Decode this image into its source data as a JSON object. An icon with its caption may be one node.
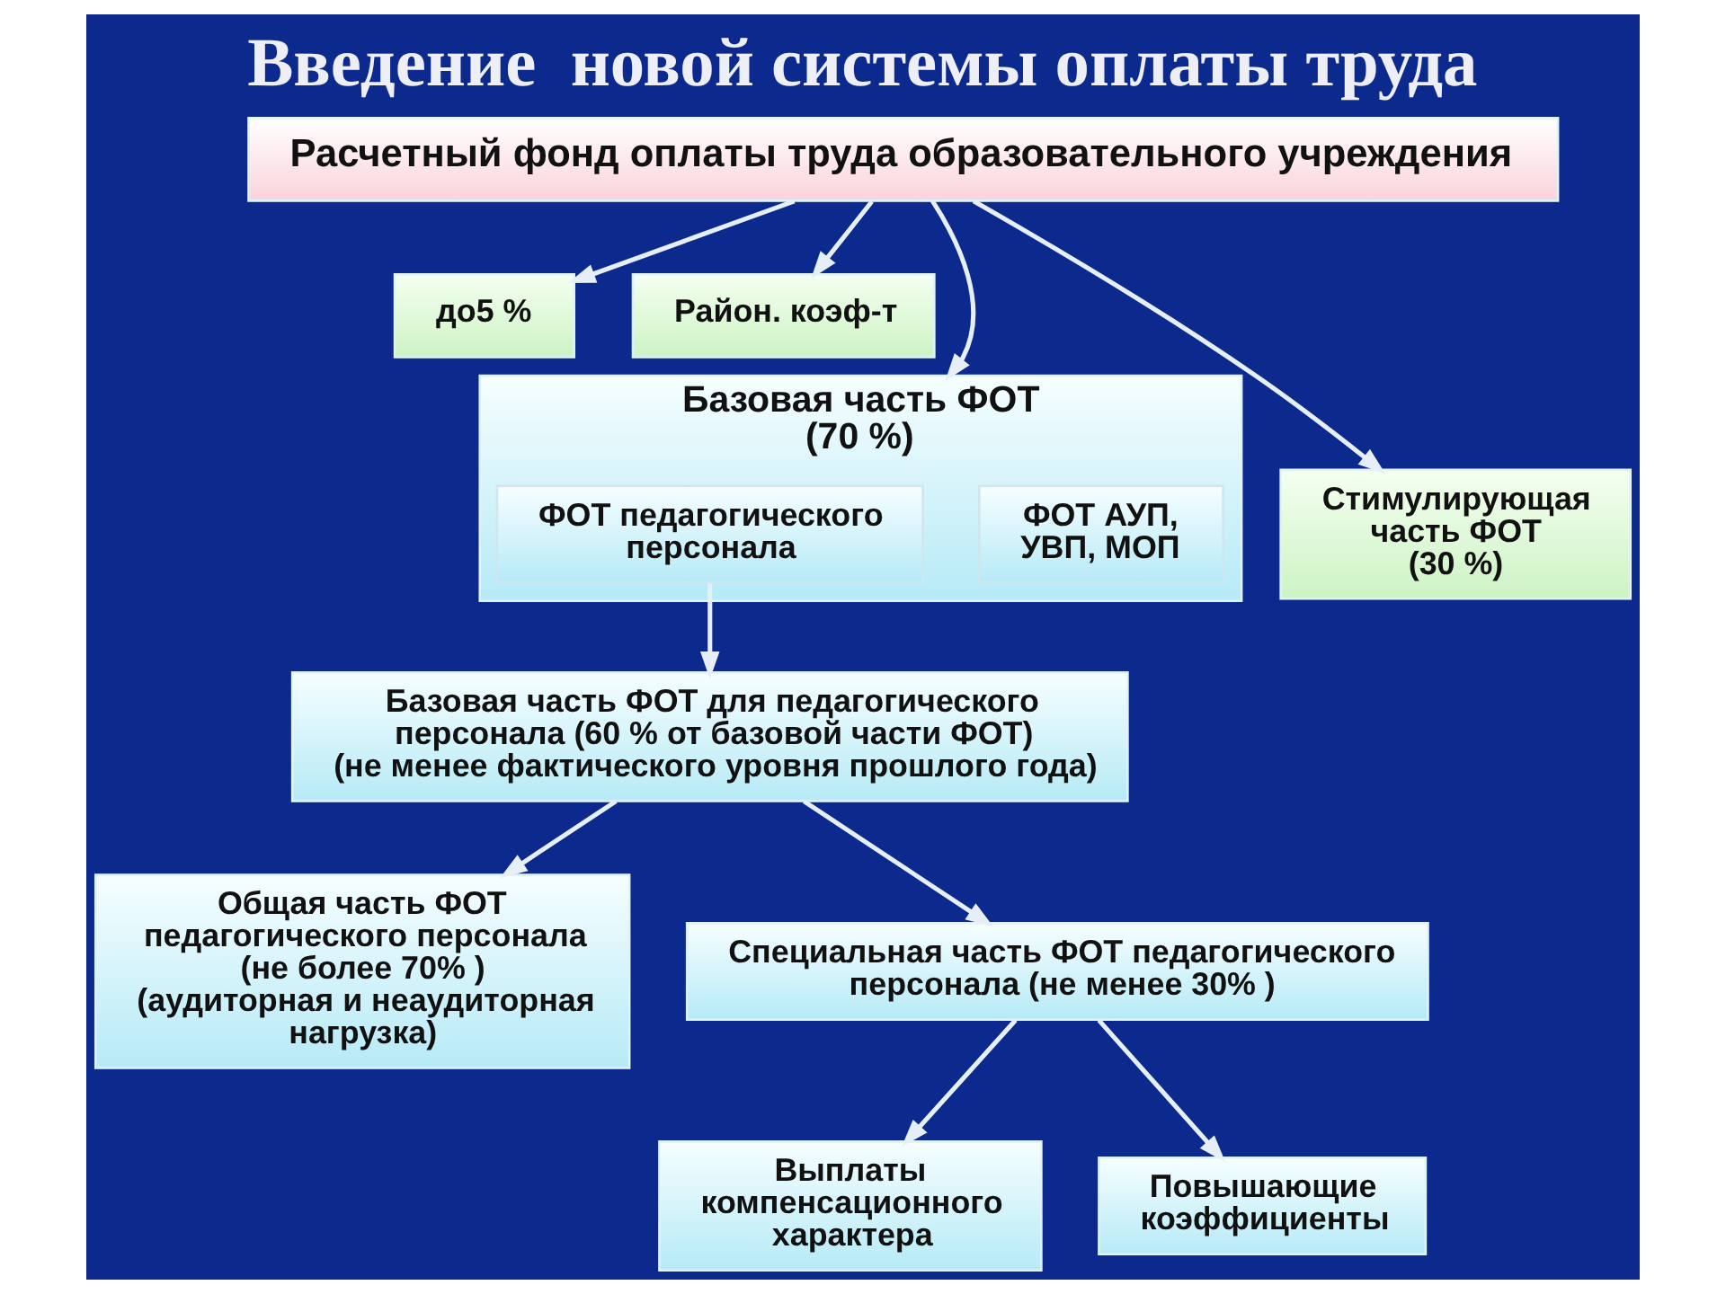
{
  "diagram": {
    "title": "Введение  новой системы оплаты труда",
    "nodes": [
      {
        "text": [
          "Расчетный фонд оплаты труда образовательного учреждения"
        ]
      },
      {
        "text": [
          "до5 %"
        ]
      },
      {
        "text": [
          "Район. коэф-т"
        ]
      },
      {
        "text": [
          "Базовая часть ФОТ",
          "(70 %)"
        ]
      },
      {
        "text": [
          "ФОТ педагогического персонала"
        ],
        "in": 3
      },
      {
        "text": [
          "ФОТ АУП, УВП, МОП"
        ],
        "in": 3
      },
      {
        "text": [
          "Стимулирующая часть ФОТ (30 %)"
        ]
      },
      {
        "text": [
          "Базовая часть ФОТ для педагогического персонала (60 % от базовой части ФОТ)",
          "(не менее фактического уровня прошлого года)"
        ]
      },
      {
        "text": [
          "Общая часть ФОТ педагогического персонала (не более 70% )",
          "(аудиторная и неаудиторная нагрузка)"
        ]
      },
      {
        "text": [
          "Специальная часть ФОТ педагогического персонала (не менее 30% )"
        ]
      },
      {
        "text": [
          "Выплаты компенсационного характера"
        ]
      },
      {
        "text": [
          "Повышающие коэффициенты"
        ]
      }
    ],
    "edges": [
      {
        "from": 0,
        "to": 1,
        "arrow": "to"
      },
      {
        "from": 0,
        "to": 2,
        "arrow": "to"
      },
      {
        "from": 0,
        "to": 3,
        "arrow": "to"
      },
      {
        "from": 0,
        "to": 6,
        "arrow": "to"
      },
      {
        "from": 4,
        "to": 7,
        "arrow": "to"
      },
      {
        "from": 7,
        "to": 8,
        "arrow": "to"
      },
      {
        "from": 7,
        "to": 9,
        "arrow": "to"
      },
      {
        "from": 9,
        "to": 10,
        "arrow": "to"
      },
      {
        "from": 9,
        "to": 11,
        "arrow": "to"
      }
    ]
  }
}
